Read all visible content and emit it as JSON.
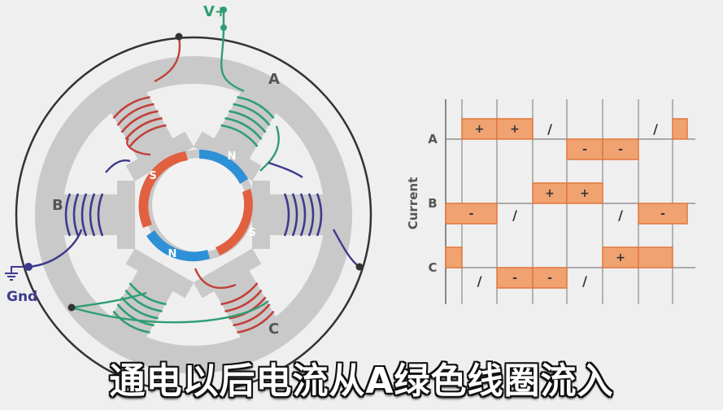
{
  "motor": {
    "supply_label": "V+",
    "ground_label": "Gnd",
    "coil_a": "A",
    "coil_b": "B",
    "coil_c": "C",
    "pole_north": "N",
    "pole_south": "S"
  },
  "timing_chart": {
    "axis_label": "Current",
    "rows": [
      {
        "label": "A",
        "states": [
          "+",
          "+",
          "/",
          "-",
          "-",
          "/",
          "+"
        ]
      },
      {
        "label": "B",
        "states": [
          "-",
          "/",
          "+",
          "+",
          "/",
          "-"
        ]
      },
      {
        "label": "C",
        "states": [
          "+",
          "/",
          "-",
          "-",
          "/",
          "+",
          "+"
        ]
      }
    ],
    "plus": "+",
    "minus": "-",
    "float": "/"
  },
  "caption": "通电以后电流从A绿色线圈流入",
  "colors": {
    "stator": "#c9c9c9",
    "coil_green": "#2f9e73",
    "coil_red": "#c2403a",
    "coil_blue": "#3d3a8c",
    "magnet_red": "#e0603f",
    "magnet_blue": "#2e90d6",
    "pulse": "#f0a271",
    "pulse_edge": "#e0773c"
  }
}
